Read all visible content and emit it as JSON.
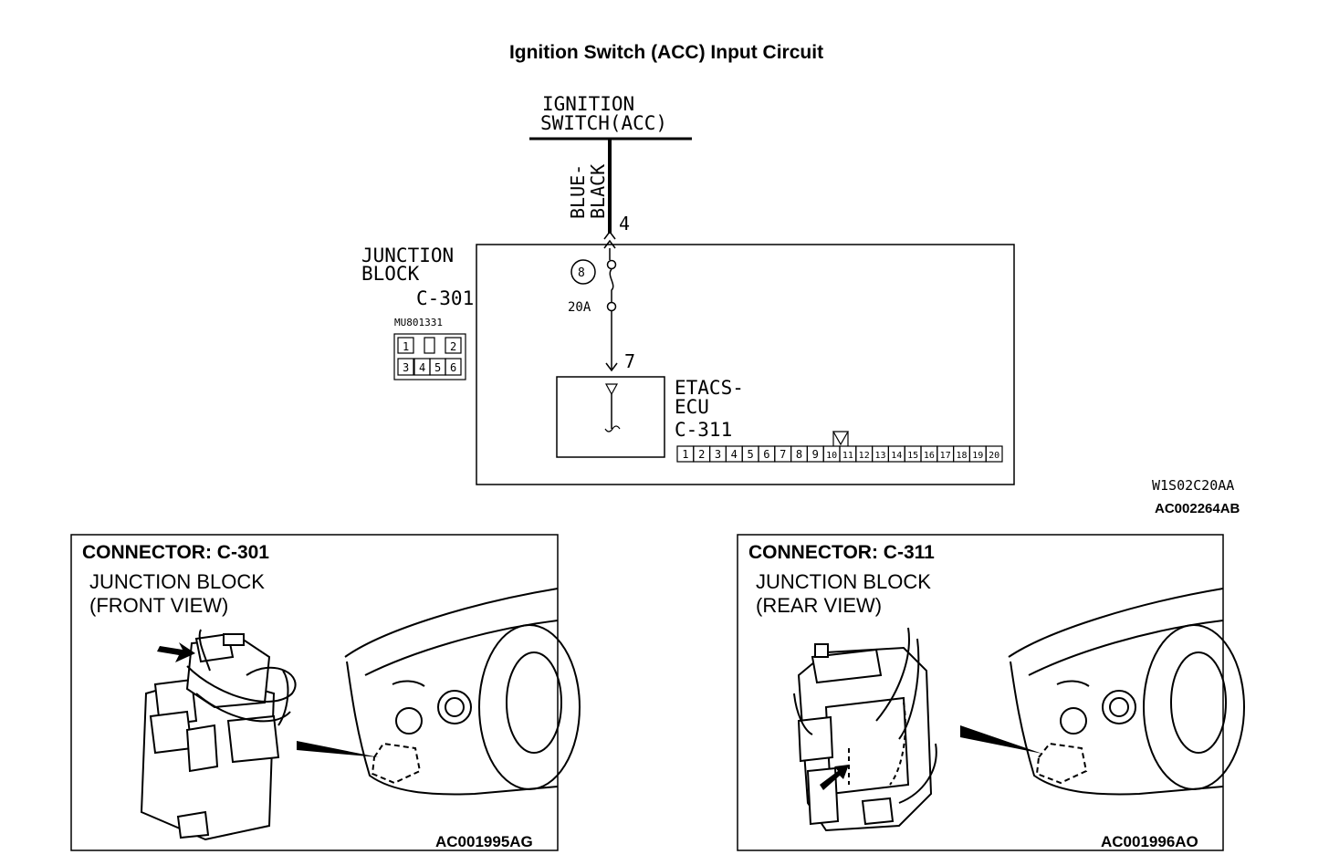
{
  "title": "Ignition Switch (ACC) Input Circuit",
  "schematic": {
    "ignition_switch": [
      "IGNITION",
      "SWITCH(ACC)"
    ],
    "wire_color": [
      "BLUE-",
      "BLACK"
    ],
    "pin_top": "4",
    "pin_bottom": "7",
    "junction_block": [
      "JUNCTION",
      "BLOCK",
      "C-301"
    ],
    "connector_part": "MU801331",
    "c301_pins": [
      "1",
      "2",
      "3",
      "4",
      "5",
      "6"
    ],
    "fuse_number": "8",
    "fuse_rating": "20A",
    "etacs": [
      "ETACS-",
      "ECU",
      "C-311"
    ],
    "c311_pins": [
      "1",
      "2",
      "3",
      "4",
      "5",
      "6",
      "7",
      "8",
      "9",
      "10",
      "11",
      "12",
      "13",
      "14",
      "15",
      "16",
      "17",
      "18",
      "19",
      "20"
    ],
    "code_1": "W1S02C20AA",
    "code_2": "AC002264AB"
  },
  "panels": [
    {
      "connector": "CONNECTOR: C-301",
      "line1": "JUNCTION BLOCK",
      "line2": "(FRONT VIEW)",
      "code": "AC001995AG"
    },
    {
      "connector": "CONNECTOR: C-311",
      "line1": "JUNCTION BLOCK",
      "line2": "(REAR VIEW)",
      "code": "AC001996AO"
    }
  ]
}
